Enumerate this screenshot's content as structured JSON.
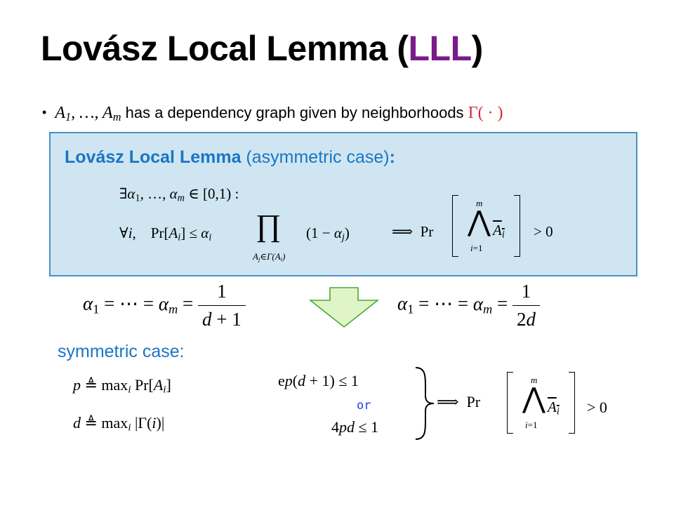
{
  "title": {
    "prefix": "Lovász Local Lemma (",
    "acronym": "LLL",
    "suffix": ")",
    "acronym_color": "#7a1a8c"
  },
  "bullet": {
    "text": "has a dependency graph given by neighborhoods"
  },
  "box": {
    "heading_bold": "Lovász Local Lemma",
    "heading_normal": " (asymmetric case)",
    "heading_colon": ":"
  },
  "symmetric": {
    "heading": "symmetric case:",
    "or_label": "or"
  },
  "colors": {
    "accent_blue": "#1b75c4",
    "box_fill": "#cfe6f2",
    "box_border": "#4a8fc9",
    "gamma_red": "#d62b2b",
    "arrow_fill": "#dff5c6",
    "arrow_stroke": "#4aa83a"
  }
}
